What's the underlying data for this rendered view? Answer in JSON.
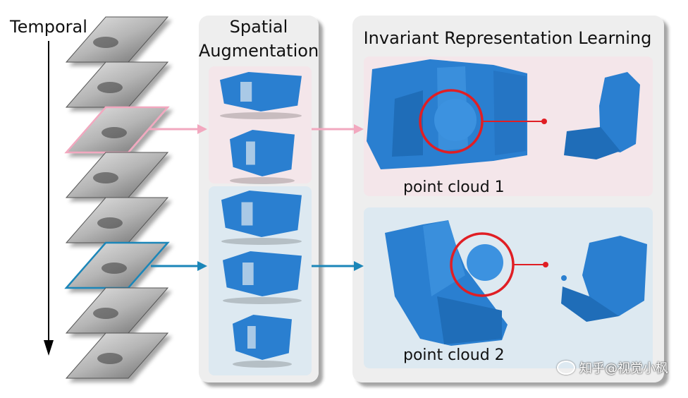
{
  "labels": {
    "temporal": "Temporal",
    "spatial_line1": "Spatial",
    "spatial_line2": "Augmentation",
    "invariant_title": "Invariant Representation Learning",
    "point_cloud_1": "point cloud 1",
    "point_cloud_2": "point cloud 2",
    "watermark": "知乎@视觉小枫"
  },
  "colors": {
    "pink_highlight": "#f2a8bf",
    "blue_highlight": "#1b86b8",
    "panel_bg": "#eeeeee",
    "pink_panel": "#f4e6ea",
    "blue_panel": "#dde9f1",
    "point_blue": "#2a7fd0",
    "red_circle": "#e01e24"
  },
  "depth_frames": {
    "count": 8,
    "pink_index": 2,
    "blue_index": 5
  },
  "icons": [
    "arrow-down-icon",
    "arrow-right-icon",
    "red-circle-icon",
    "wechat-icon"
  ]
}
